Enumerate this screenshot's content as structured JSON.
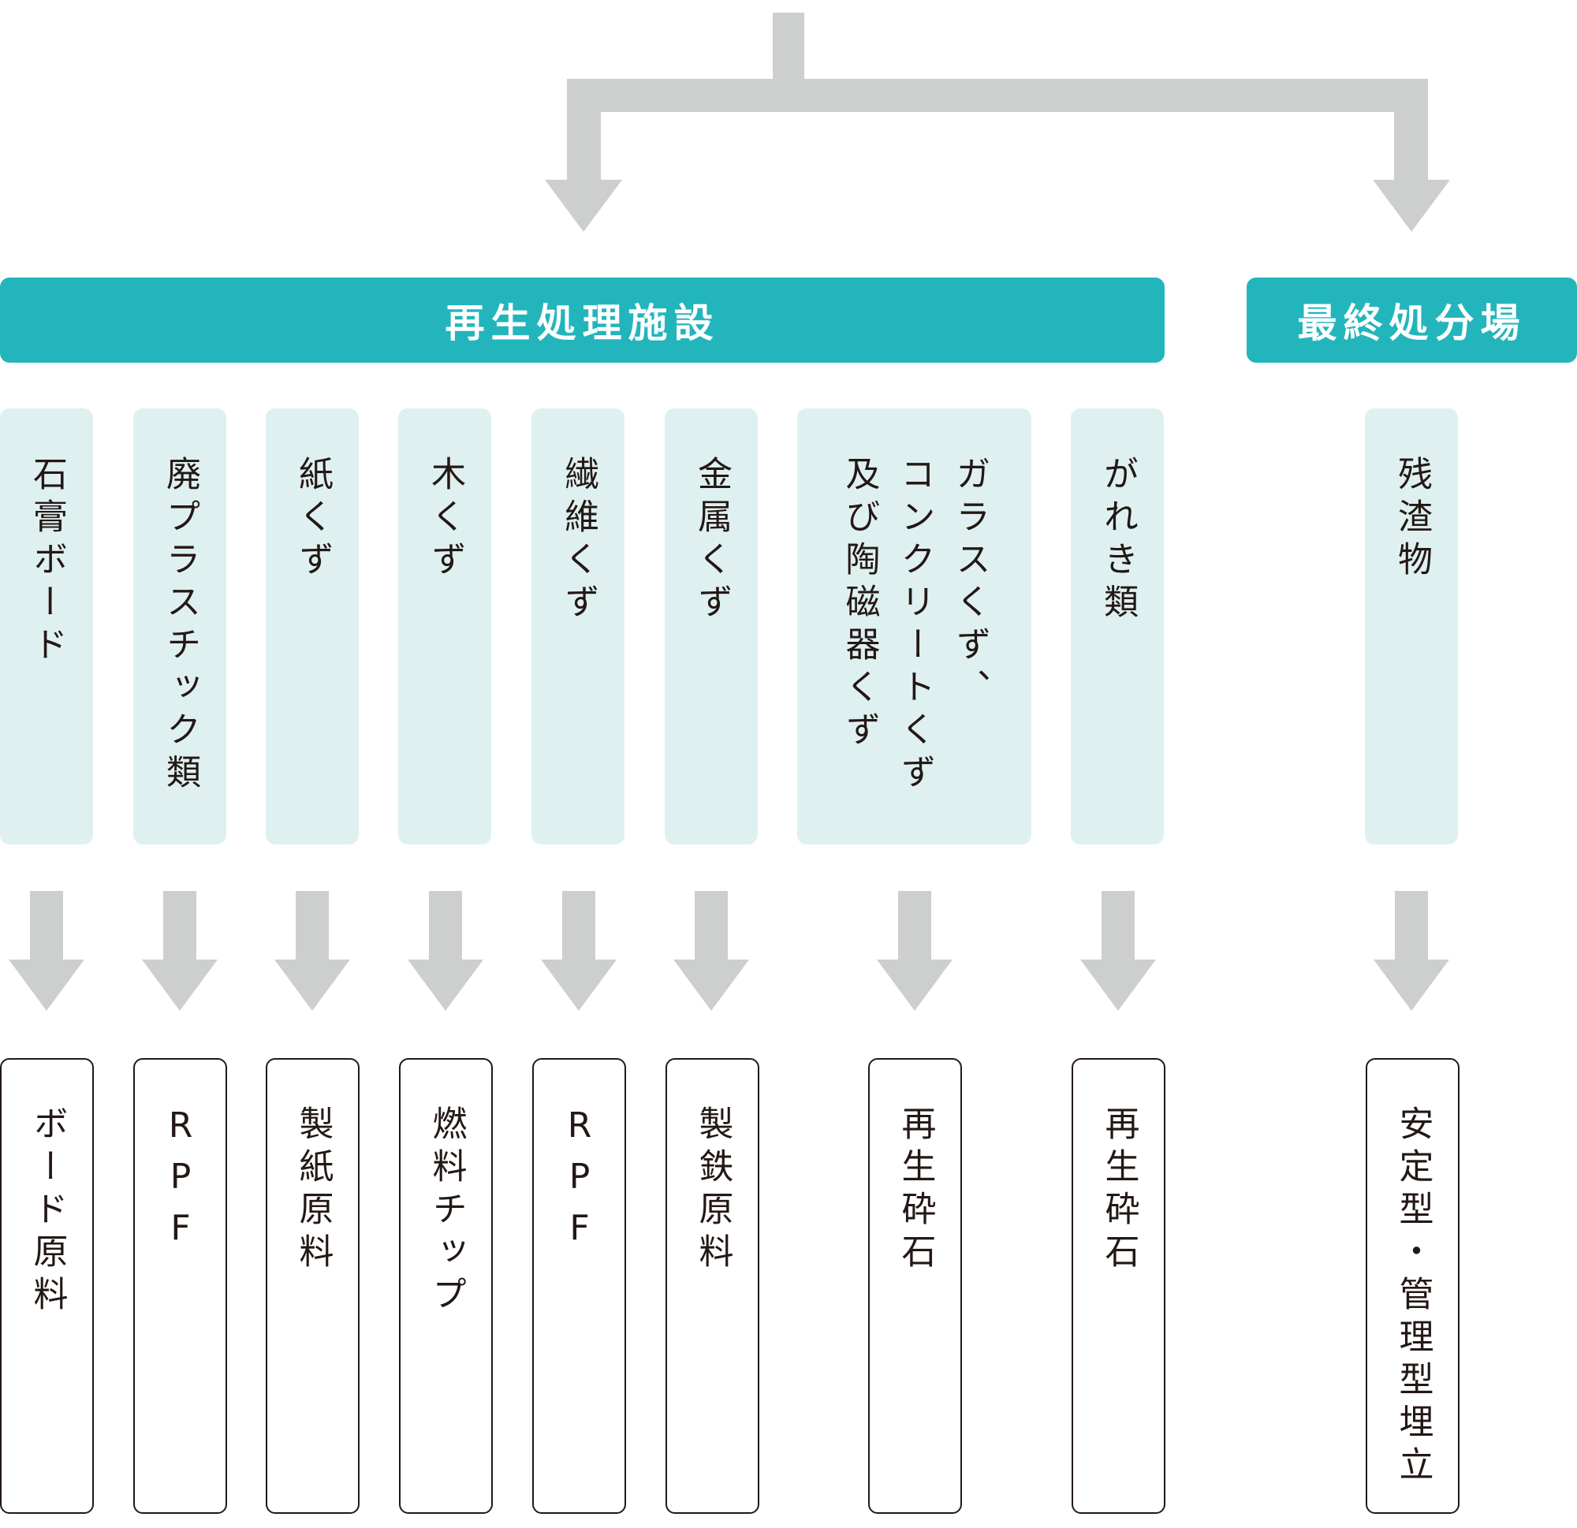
{
  "diagram": {
    "headers": {
      "recycling_facility": "再生処理施設",
      "final_disposal": "最終処分場"
    },
    "categories": [
      {
        "id": "gypsum",
        "label": "石膏ボード"
      },
      {
        "id": "plastic",
        "label": "廃プラスチック類"
      },
      {
        "id": "paper",
        "label": "紙くず"
      },
      {
        "id": "wood",
        "label": "木くず"
      },
      {
        "id": "fiber",
        "label": "繊維くず"
      },
      {
        "id": "metal",
        "label": "金属くず"
      },
      {
        "id": "glass",
        "lines": [
          "ガラスくず、",
          "コンクリートくず",
          "及び陶磁器くず"
        ]
      },
      {
        "id": "rubble",
        "label": "がれき類"
      },
      {
        "id": "residue",
        "label": "残渣物"
      }
    ],
    "outputs": [
      {
        "id": "gypsum",
        "label": "ボード原料"
      },
      {
        "id": "plastic",
        "label": "RPF"
      },
      {
        "id": "paper",
        "label": "製紙原料"
      },
      {
        "id": "wood",
        "label": "燃料チップ"
      },
      {
        "id": "fiber",
        "label": "RPF"
      },
      {
        "id": "metal",
        "label": "製鉄原料"
      },
      {
        "id": "glass",
        "label": "再生砕石"
      },
      {
        "id": "rubble",
        "label": "再生砕石"
      },
      {
        "id": "residue",
        "label": "安定型・管理型埋立"
      }
    ],
    "colors": {
      "header": "#23b5bc",
      "category_bg": "#dff0f0",
      "arrow": "#cdcfce",
      "text": "#231815"
    }
  }
}
